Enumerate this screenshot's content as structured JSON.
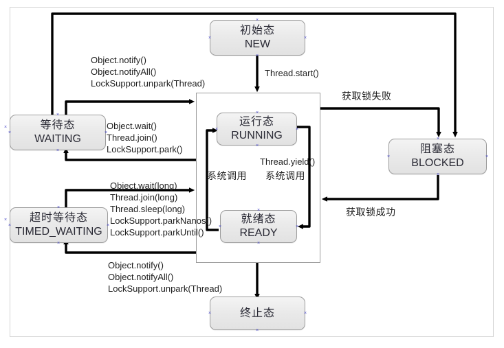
{
  "diagram": {
    "title": "Java Thread State Transition Diagram",
    "colors": {
      "box_border": "#9b9b9b",
      "box_fill": "#ececec",
      "arrow": "#000000",
      "frame": "#d4d4d4",
      "handle": "#4a4ac8"
    }
  },
  "states": [
    {
      "id": "new",
      "cn": "初始态",
      "en": "NEW"
    },
    {
      "id": "waiting",
      "cn": "等待态",
      "en": "WAITING"
    },
    {
      "id": "timed_waiting",
      "cn": "超时等待态",
      "en": "TIMED_WAITING"
    },
    {
      "id": "running",
      "cn": "运行态",
      "en": "RUNNING"
    },
    {
      "id": "ready",
      "cn": "就绪态",
      "en": "READY"
    },
    {
      "id": "blocked",
      "cn": "阻塞态",
      "en": "BLOCKED"
    },
    {
      "id": "terminated",
      "cn": "终止态",
      "en": ""
    }
  ],
  "edge_labels": {
    "start": "Thread.start()",
    "notify_group_top": "Object.notify()\nObject.notifyAll()\nLockSupport.unpark(Thread)",
    "wait_group": "Object.wait()\nThread.join()\nLockSupport.park()",
    "timed_wait_group": "Object.wait(long)\nThread.join(long)\nThread.sleep(long)\nLockSupport.parkNanos()\nLockSupport.parkUntil()",
    "notify_group_bottom": "Object.notify()\nObject.notifyAll()\nLockSupport.unpark(Thread)",
    "lock_fail": "获取锁失败",
    "lock_success": "获取锁成功",
    "yield": "Thread.yield()",
    "syscall_left": "系统调用",
    "syscall_right": "系统调用"
  }
}
